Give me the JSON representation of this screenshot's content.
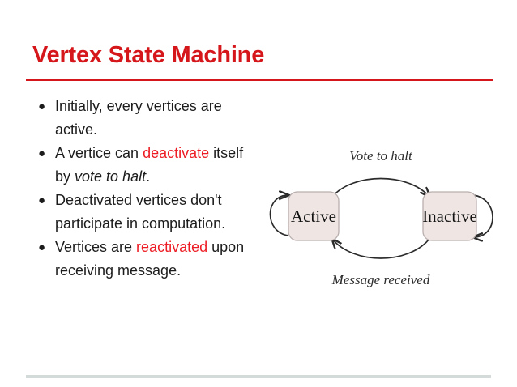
{
  "slide": {
    "title": "Vertex State Machine",
    "accent_color": "#d5161b",
    "footer_rule_color": "#d3dad9",
    "background_color": "#ffffff"
  },
  "bullets": [
    {
      "marker": "●",
      "segments": [
        {
          "text": "Initially, every vertices are active.",
          "style": "normal"
        }
      ]
    },
    {
      "marker": "●",
      "segments": [
        {
          "text": "A vertice can ",
          "style": "normal"
        },
        {
          "text": "deactivate",
          "style": "accent"
        },
        {
          "text": " itself by ",
          "style": "normal"
        },
        {
          "text": "vote to halt",
          "style": "italic"
        },
        {
          "text": ".",
          "style": "normal"
        }
      ]
    },
    {
      "marker": "●",
      "segments": [
        {
          "text": "Deactivated vertices don't participate in computation.",
          "style": "normal"
        }
      ]
    },
    {
      "marker": "●",
      "segments": [
        {
          "text": "Vertices are ",
          "style": "normal"
        },
        {
          "text": "reactivated",
          "style": "accent"
        },
        {
          "text": " upon receiving message.",
          "style": "normal"
        }
      ]
    }
  ],
  "diagram": {
    "states": [
      {
        "id": "active",
        "label": "Active"
      },
      {
        "id": "inactive",
        "label": "Inactive"
      }
    ],
    "transitions": [
      {
        "from": "active",
        "to": "inactive",
        "label": "Vote to halt"
      },
      {
        "from": "inactive",
        "to": "active",
        "label": "Message received"
      },
      {
        "from": "active",
        "to": "active",
        "label": ""
      },
      {
        "from": "inactive",
        "to": "inactive",
        "label": ""
      }
    ],
    "box_fill": "#efe6e4",
    "box_stroke": "#b9afae",
    "edge_stroke": "#2b2b2b"
  }
}
